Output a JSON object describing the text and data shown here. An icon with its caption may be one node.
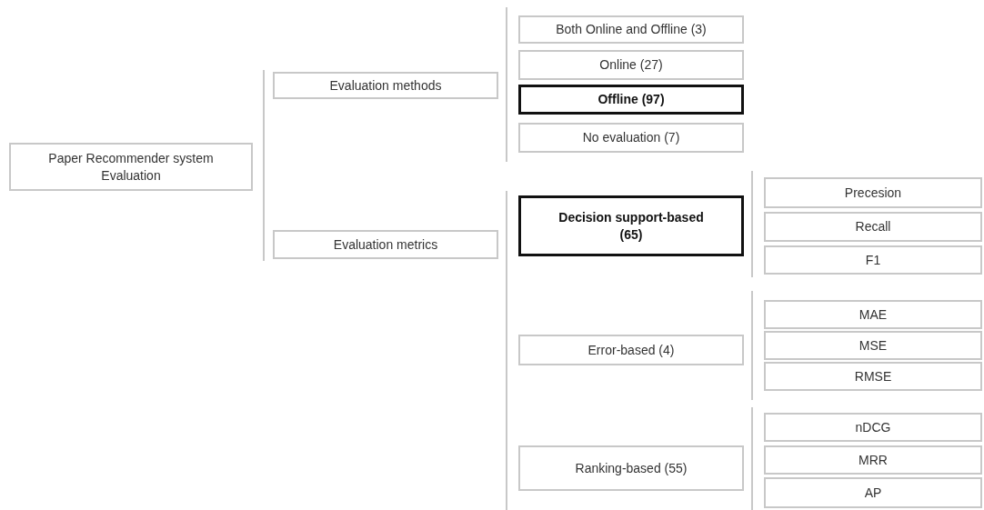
{
  "diagram": {
    "nodes": [
      {
        "text": [
          "Paper Recommender system Evaluation"
        ]
      },
      {
        "text": [
          "Evaluation methods"
        ]
      },
      {
        "text": [
          "Evaluation metrics"
        ]
      },
      {
        "text": [
          "Both Online and Offline (3)"
        ]
      },
      {
        "text": [
          "Online (27)"
        ]
      },
      {
        "text": [
          "Offline (97)"
        ]
      },
      {
        "text": [
          "No evaluation (7)"
        ]
      },
      {
        "text": [
          "Decision support-based (65)"
        ]
      },
      {
        "text": [
          "Error-based (4)"
        ]
      },
      {
        "text": [
          "Ranking-based (55)"
        ]
      },
      {
        "text": [
          "Precesion"
        ]
      },
      {
        "text": [
          "Recall"
        ]
      },
      {
        "text": [
          "F1"
        ]
      },
      {
        "text": [
          "MAE"
        ]
      },
      {
        "text": [
          "MSE"
        ]
      },
      {
        "text": [
          "RMSE"
        ]
      },
      {
        "text": [
          "nDCG"
        ]
      },
      {
        "text": [
          "MRR"
        ]
      },
      {
        "text": [
          "AP"
        ]
      }
    ]
  }
}
